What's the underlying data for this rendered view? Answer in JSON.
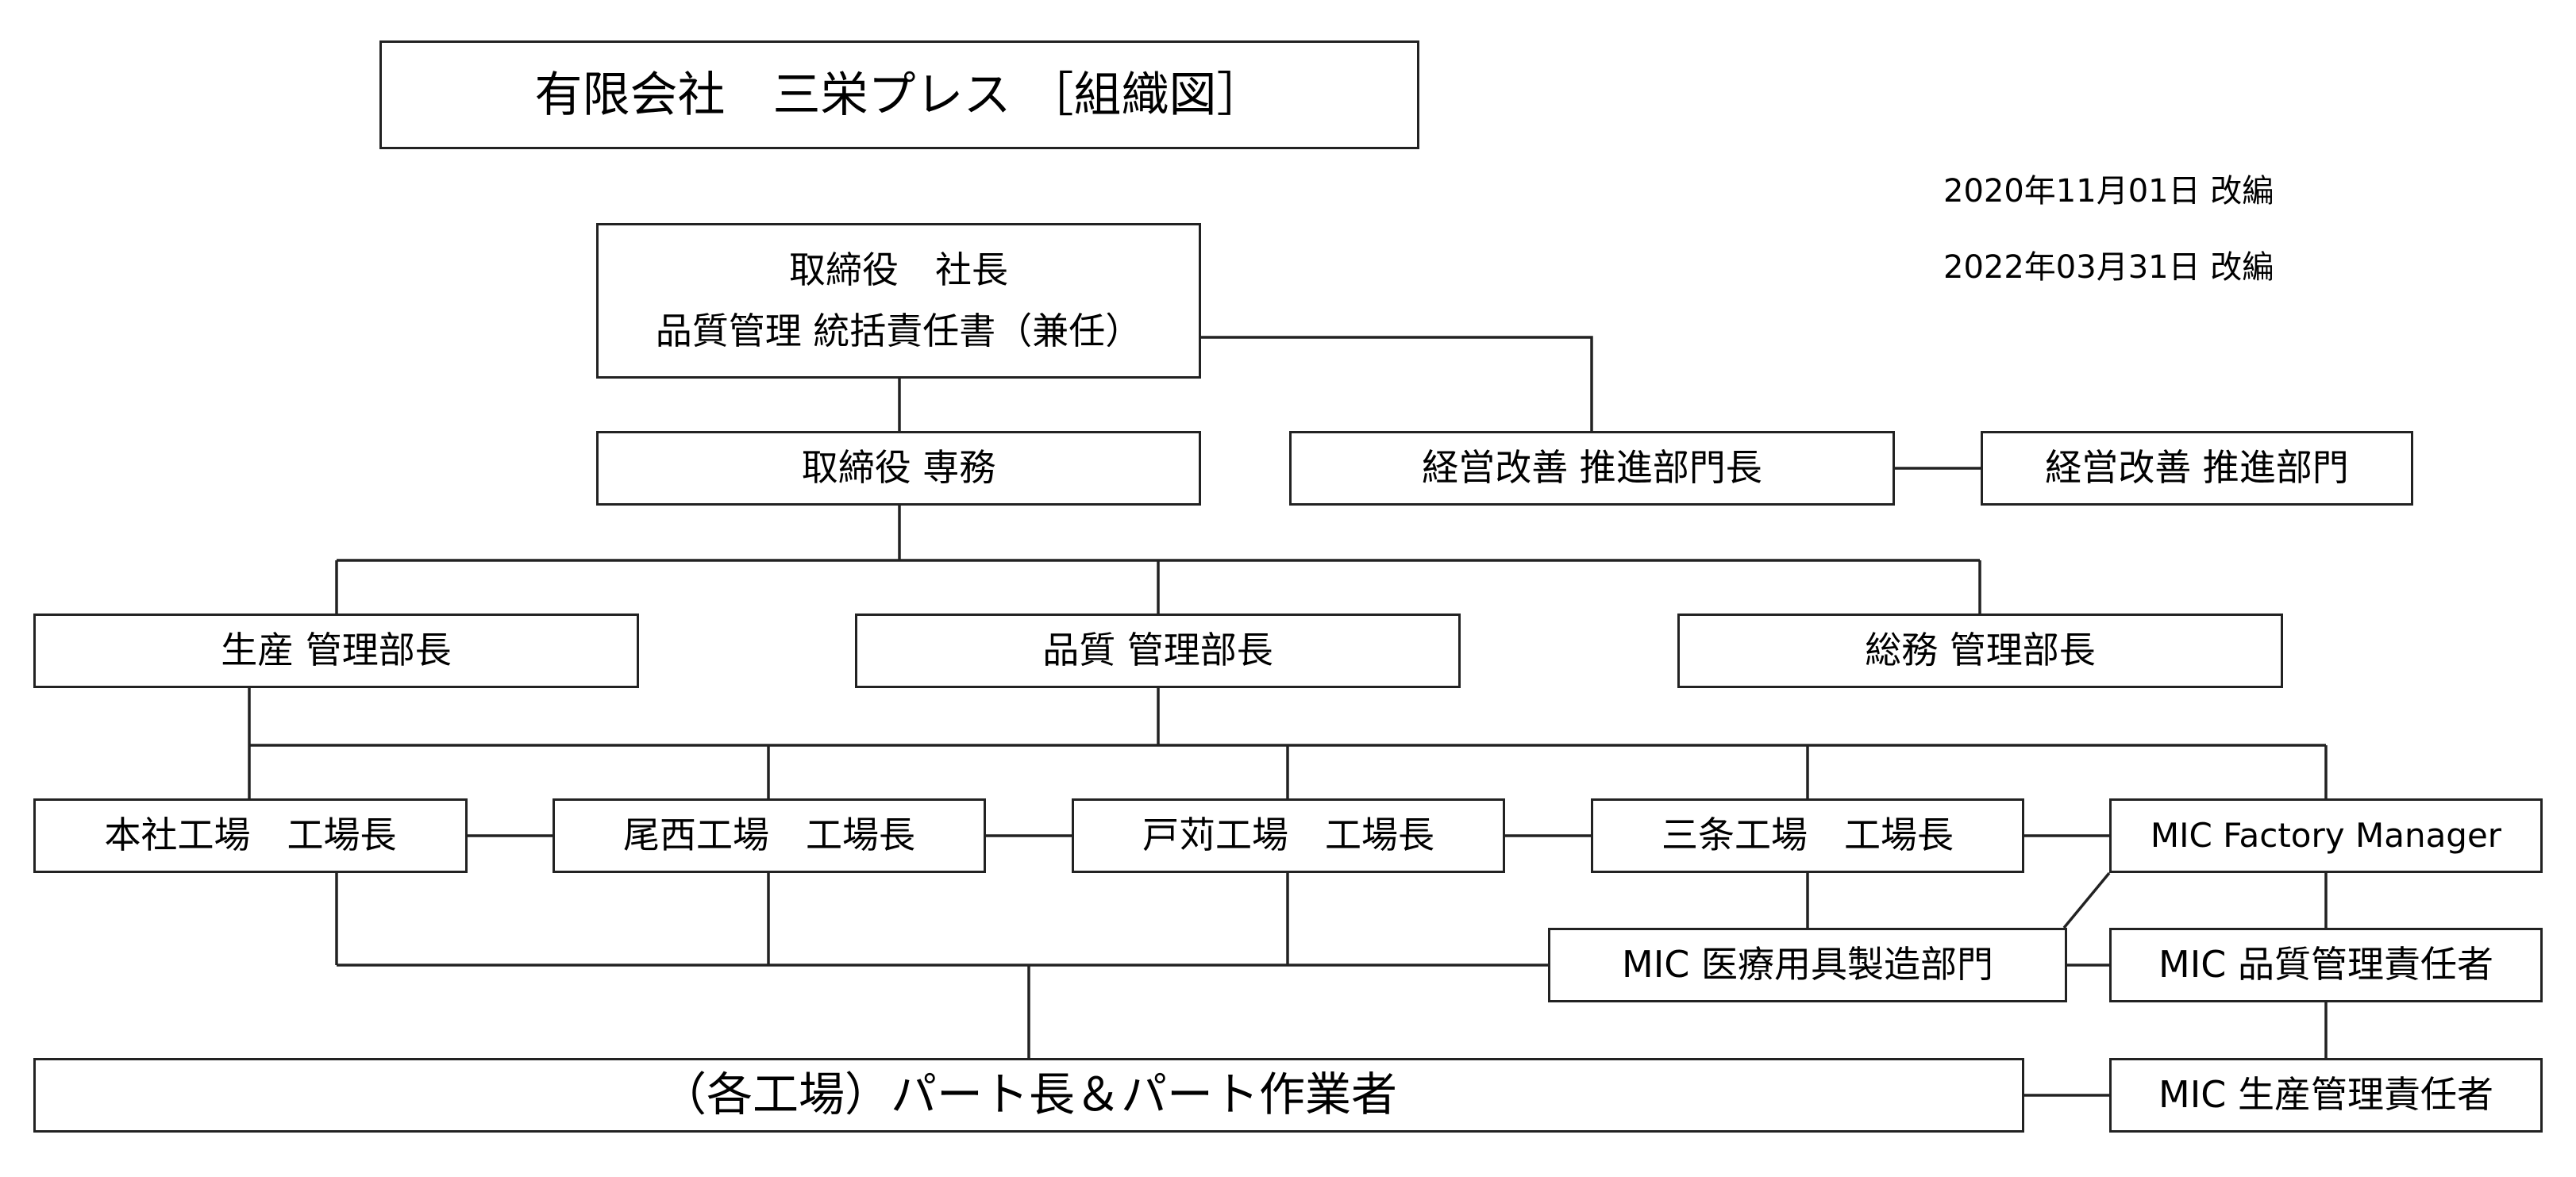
{
  "title": "有限会社　三栄プレス ［組織図］",
  "revisions": [
    "2020年11月01日 改編",
    "2022年03月31日 改編"
  ],
  "president": {
    "line1": "取締役　社長",
    "line2": "品質管理 統括責任書（兼任）"
  },
  "managing_director": "取締役 専務",
  "improvement_head": "経営改善 推進部門長",
  "improvement_dept": "経営改善 推進部門",
  "managers": {
    "production": "生産 管理部長",
    "quality": "品質 管理部長",
    "general_affairs": "総務 管理部長"
  },
  "factories": {
    "honsha": "本社工場　工場長",
    "onishi": "尾西工場　工場長",
    "tokari": "戸苅工場　工場長",
    "sanjo": "三条工場　工場長",
    "mic_manager": "MIC Factory Manager"
  },
  "mic": {
    "medical_dept": "MIC 医療用具製造部門",
    "quality_manager": "MIC 品質管理責任者",
    "production_manager": "MIC 生産管理責任者"
  },
  "workers": "（各工場）パート長＆パート作業者"
}
